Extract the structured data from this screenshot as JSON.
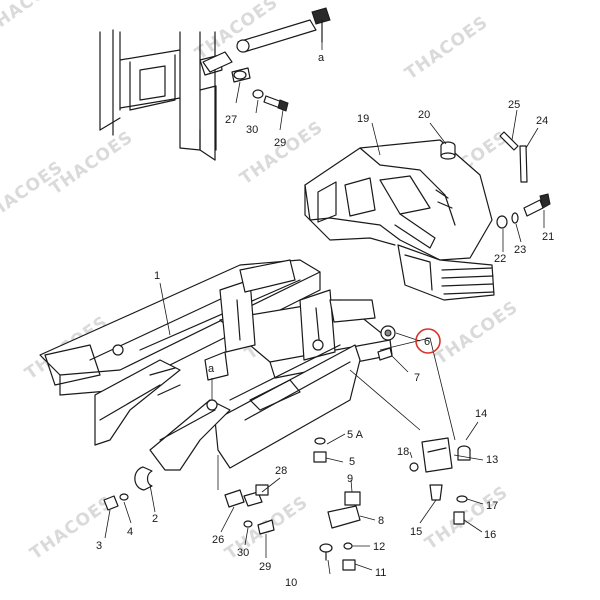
{
  "diagram": {
    "watermark": "THACOES",
    "highlight_color": "#d9342b",
    "part_labels": [
      "1",
      "2",
      "3",
      "4",
      "5",
      "5 A",
      "6",
      "7",
      "8",
      "9",
      "10",
      "11",
      "12",
      "13",
      "14",
      "15",
      "16",
      "17",
      "18",
      "19",
      "20",
      "21",
      "22",
      "23",
      "24",
      "25",
      "26",
      "27",
      "28",
      "29",
      "29",
      "30",
      "30"
    ],
    "reference_marks": [
      "a",
      "a"
    ],
    "highlighted_part": "6"
  }
}
